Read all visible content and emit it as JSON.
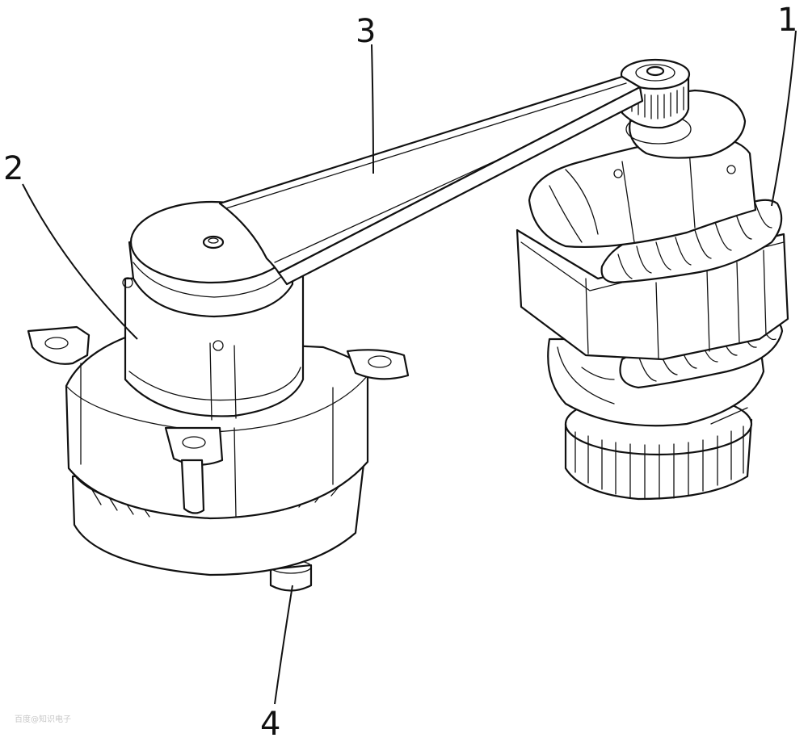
{
  "labels": {
    "part_1": "1",
    "part_2": "2",
    "part_3": "3",
    "part_4": "4"
  },
  "watermark": "百度@知识电子"
}
